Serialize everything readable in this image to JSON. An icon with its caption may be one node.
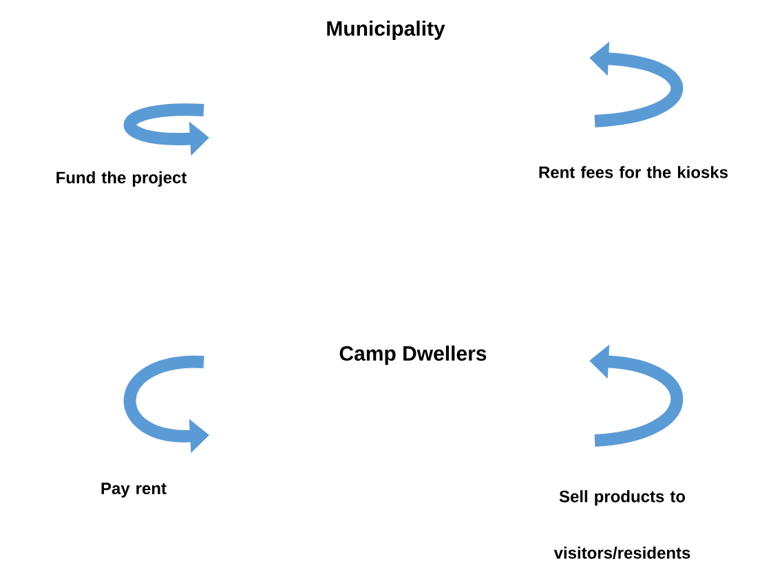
{
  "diagram": {
    "nodes": [
      {
        "text": [
          "Municipality"
        ]
      },
      {
        "text": [
          "Camp Dwellers"
        ]
      }
    ],
    "labels": [
      "Fund the project",
      "Rent fees for the kiosks",
      "Pay rent",
      "Sell products to visitors/residents"
    ]
  }
}
